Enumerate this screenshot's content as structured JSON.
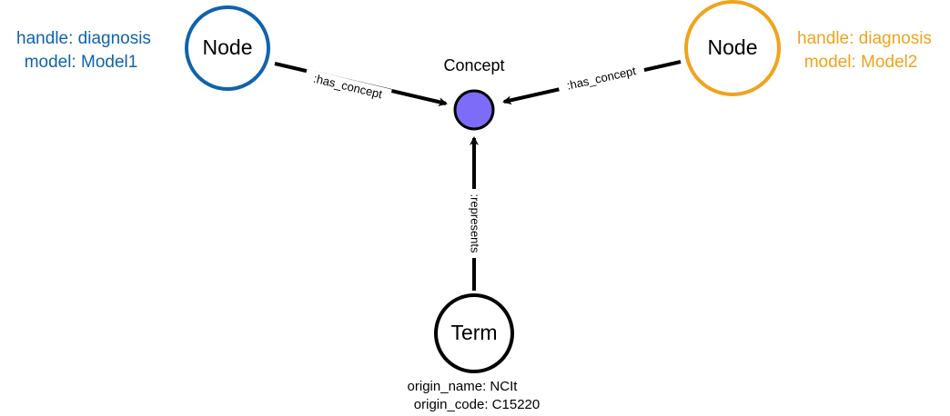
{
  "colors": {
    "model1": "#0f63ad",
    "model2": "#f0a31d",
    "concept_fill": "#7d6cf8",
    "stroke": "#000000"
  },
  "node1": {
    "label": "Node",
    "handle": "handle: diagnosis",
    "model": "model: Model1"
  },
  "node2": {
    "label": "Node",
    "handle": "handle: diagnosis",
    "model": "model: Model2"
  },
  "concept": {
    "label": "Concept"
  },
  "term": {
    "label": "Term",
    "origin_name": "origin_name: NCIt",
    "origin_code": "origin_code: C15220"
  },
  "edges": {
    "has_concept_left": ":has_concept",
    "has_concept_right": ":has_concept",
    "represents": ":represents"
  }
}
